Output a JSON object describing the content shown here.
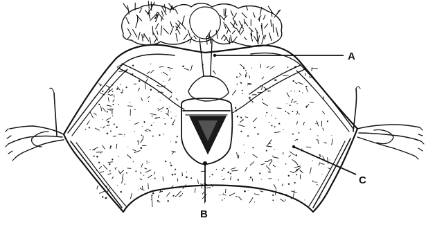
{
  "figure": {
    "labels": {
      "a": "A",
      "b": "B",
      "c": "C"
    },
    "colors": {
      "ink": "#111111",
      "paper": "#ffffff",
      "fur": "#1a1a1a"
    }
  }
}
